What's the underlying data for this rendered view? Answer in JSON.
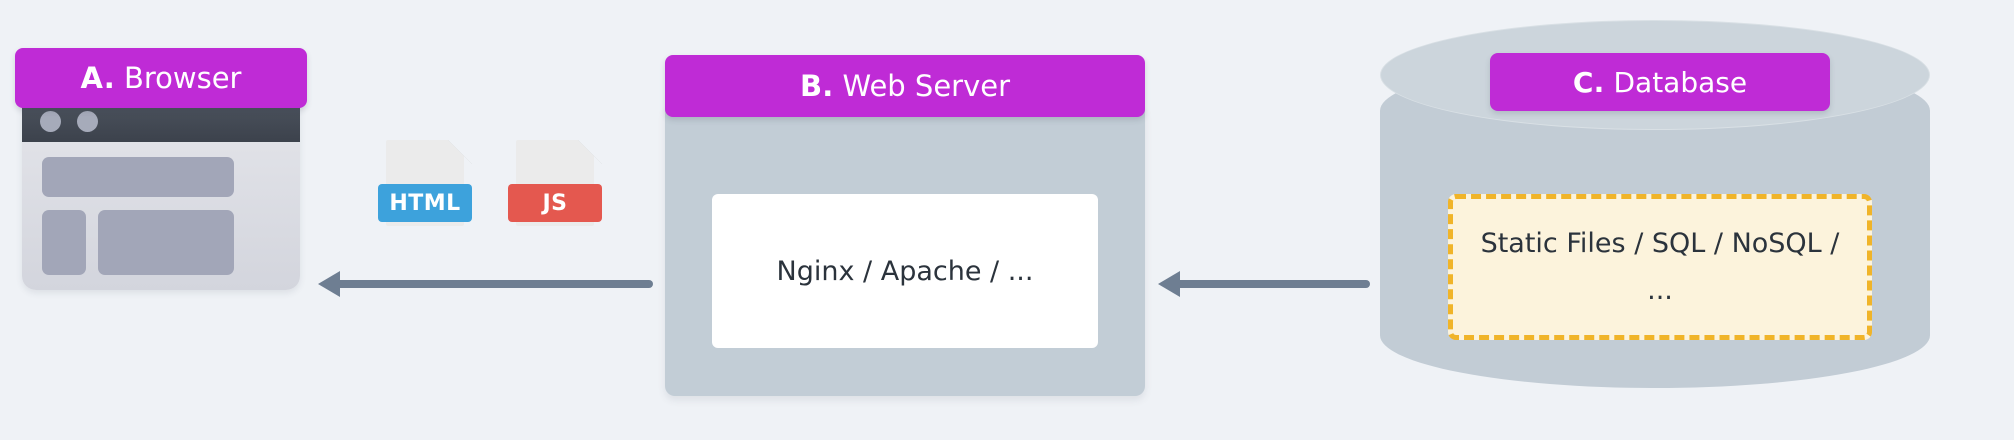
{
  "diagram": {
    "background_color": "#eff2f6",
    "accent_color": "#bf2bd6",
    "arrow_color": "#6e7e92"
  },
  "browser": {
    "banner": {
      "letter": "A.",
      "title": "Browser"
    },
    "window": {
      "titlebar_color": "#3c424c",
      "dots": [
        "window-dot",
        "window-dot"
      ]
    }
  },
  "assets": {
    "items": [
      {
        "label": "HTML",
        "color": "#3da2dc",
        "icon": "file-icon"
      },
      {
        "label": "JS",
        "color": "#e4584f",
        "icon": "file-icon"
      }
    ]
  },
  "server": {
    "banner": {
      "letter": "B.",
      "title": "Web Server"
    },
    "panel_color": "#c2cdd6",
    "inner_label": "Nginx / Apache / ..."
  },
  "database": {
    "banner": {
      "letter": "C.",
      "title": "Database"
    },
    "cylinder_color": "#c2ccd5",
    "inner": {
      "line1": "Static Files / SQL / NoSQL /",
      "line2": "...",
      "fill_color": "#fcf3dc",
      "border_color": "#f0b429"
    }
  },
  "arrows": [
    {
      "name": "server-to-browser",
      "direction": "left"
    },
    {
      "name": "database-to-server",
      "direction": "left"
    }
  ]
}
